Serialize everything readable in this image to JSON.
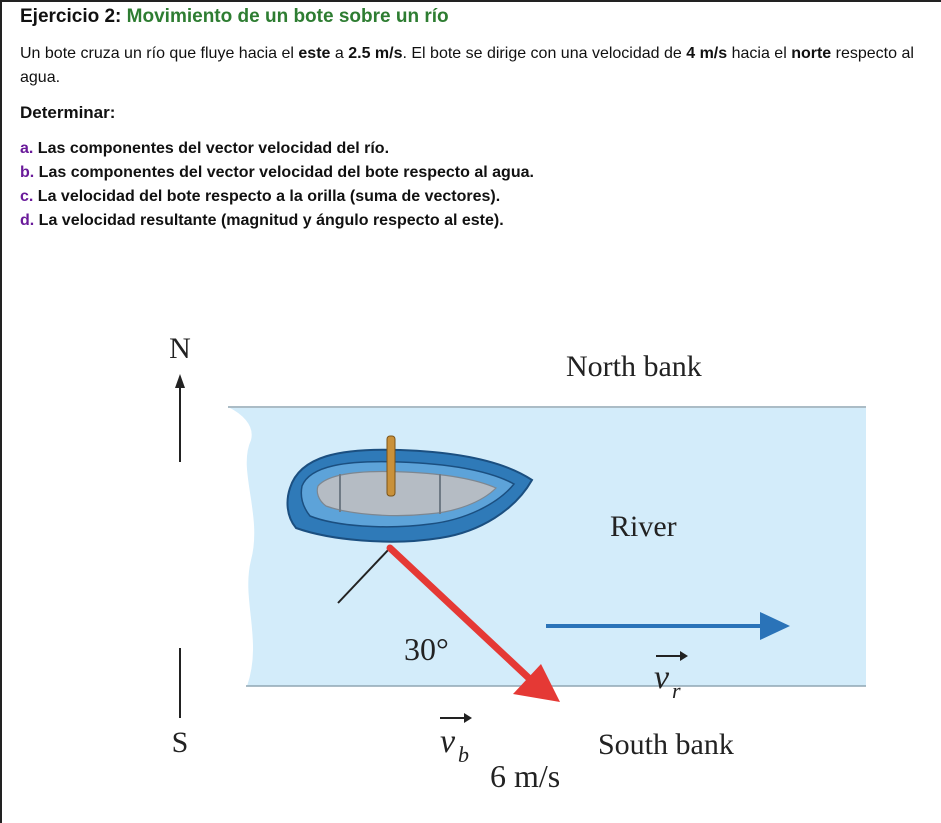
{
  "exercise": {
    "label": "Ejercicio 2:",
    "title": "Movimiento de un bote sobre un río"
  },
  "intro": {
    "p1": "Un bote cruza un río que fluye hacia el ",
    "b1": "este",
    "p2": " a ",
    "b2": "2.5 m/s",
    "p3": ". El bote se dirige con una velocidad de ",
    "b3": "4 m/s",
    "p4": " hacia el ",
    "b4": "norte",
    "p5": " respecto al agua."
  },
  "subtitle": "Determinar:",
  "tasks": [
    {
      "letter": "a.",
      "text": "Las componentes del vector velocidad del río."
    },
    {
      "letter": "b.",
      "text": "Las componentes del vector velocidad del bote respecto al agua."
    },
    {
      "letter": "c.",
      "text": "La velocidad del bote respecto a la orilla (suma de vectores)."
    },
    {
      "letter": "d.",
      "text": "La velocidad resultante (magnitud y ángulo respecto al este)."
    }
  ],
  "figure": {
    "north": "N",
    "south": "S",
    "north_bank": "North bank",
    "south_bank": "South bank",
    "river": "River",
    "angle": "30°",
    "vr_symbol": "v",
    "vr_sub": "r",
    "vb_symbol": "v",
    "vb_sub": "b",
    "speed": "6 m/s",
    "colors": {
      "title_green": "#2e7d32",
      "task_purple": "#6a1b9a",
      "river": "#d3ecfa",
      "boat": "#2f7ab8",
      "vb_arrow": "#e53935",
      "vr_arrow": "#2a73b8"
    }
  }
}
